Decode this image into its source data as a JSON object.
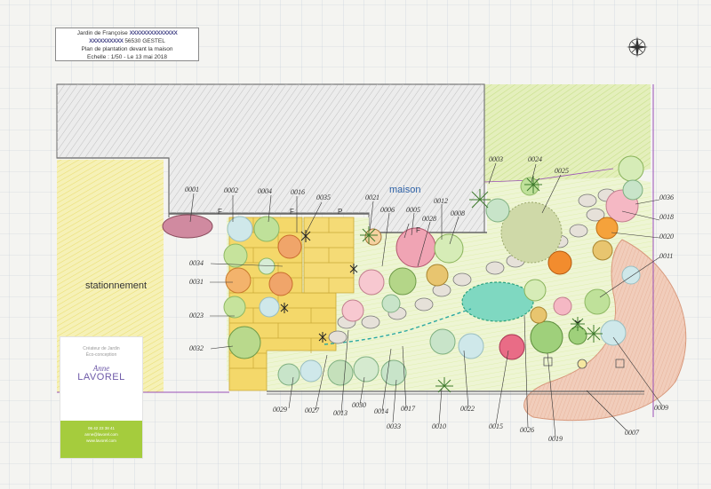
{
  "title_block": {
    "line1_text": "Jardin de Françoise",
    "line1_redacted": "XXXXXXXXXXXXXX",
    "line2_redacted": "XXXXXXXXXX",
    "line2_text": "56530 GESTEL",
    "line3": "Plan de plantation devant la maison",
    "line4": "Echelle : 1/50     -     Le 13 mai 2018"
  },
  "labels": {
    "parking": "stationnement",
    "house": "maison",
    "window_marks": [
      "F",
      "F",
      "P",
      "F"
    ]
  },
  "plant_codes": [
    "0001",
    "0002",
    "0004",
    "0016",
    "0035",
    "0021",
    "0006",
    "0005",
    "0012",
    "0028",
    "0008",
    "0003",
    "0024",
    "0025",
    "0036",
    "0018",
    "0020",
    "0011",
    "0034",
    "0031",
    "0023",
    "0032",
    "0029",
    "0027",
    "0013",
    "0030",
    "0014",
    "0017",
    "0033",
    "0010",
    "0022",
    "0015",
    "0026",
    "0019",
    "0009",
    "0007"
  ],
  "logo": {
    "tagline": "Créateur de Jardin\nÉco-conception",
    "script": "Anne",
    "name": "LAVOREL",
    "phone": "06 42 23 38 41",
    "email": "anne@lavorel.com",
    "web": "www.lavorel.com"
  },
  "colors": {
    "paper": "#f4f4f1",
    "grid": "#bcc8d4",
    "house_hatch": "#b8b8b8",
    "lawn_yellow": "#f3ec9f",
    "lawn_green": "#d6ea9a",
    "pavers": "#f2d35b",
    "accent_purple": "#9a4fb6",
    "pond": "#4dc0a6",
    "gravel": "#e9b7a0"
  }
}
